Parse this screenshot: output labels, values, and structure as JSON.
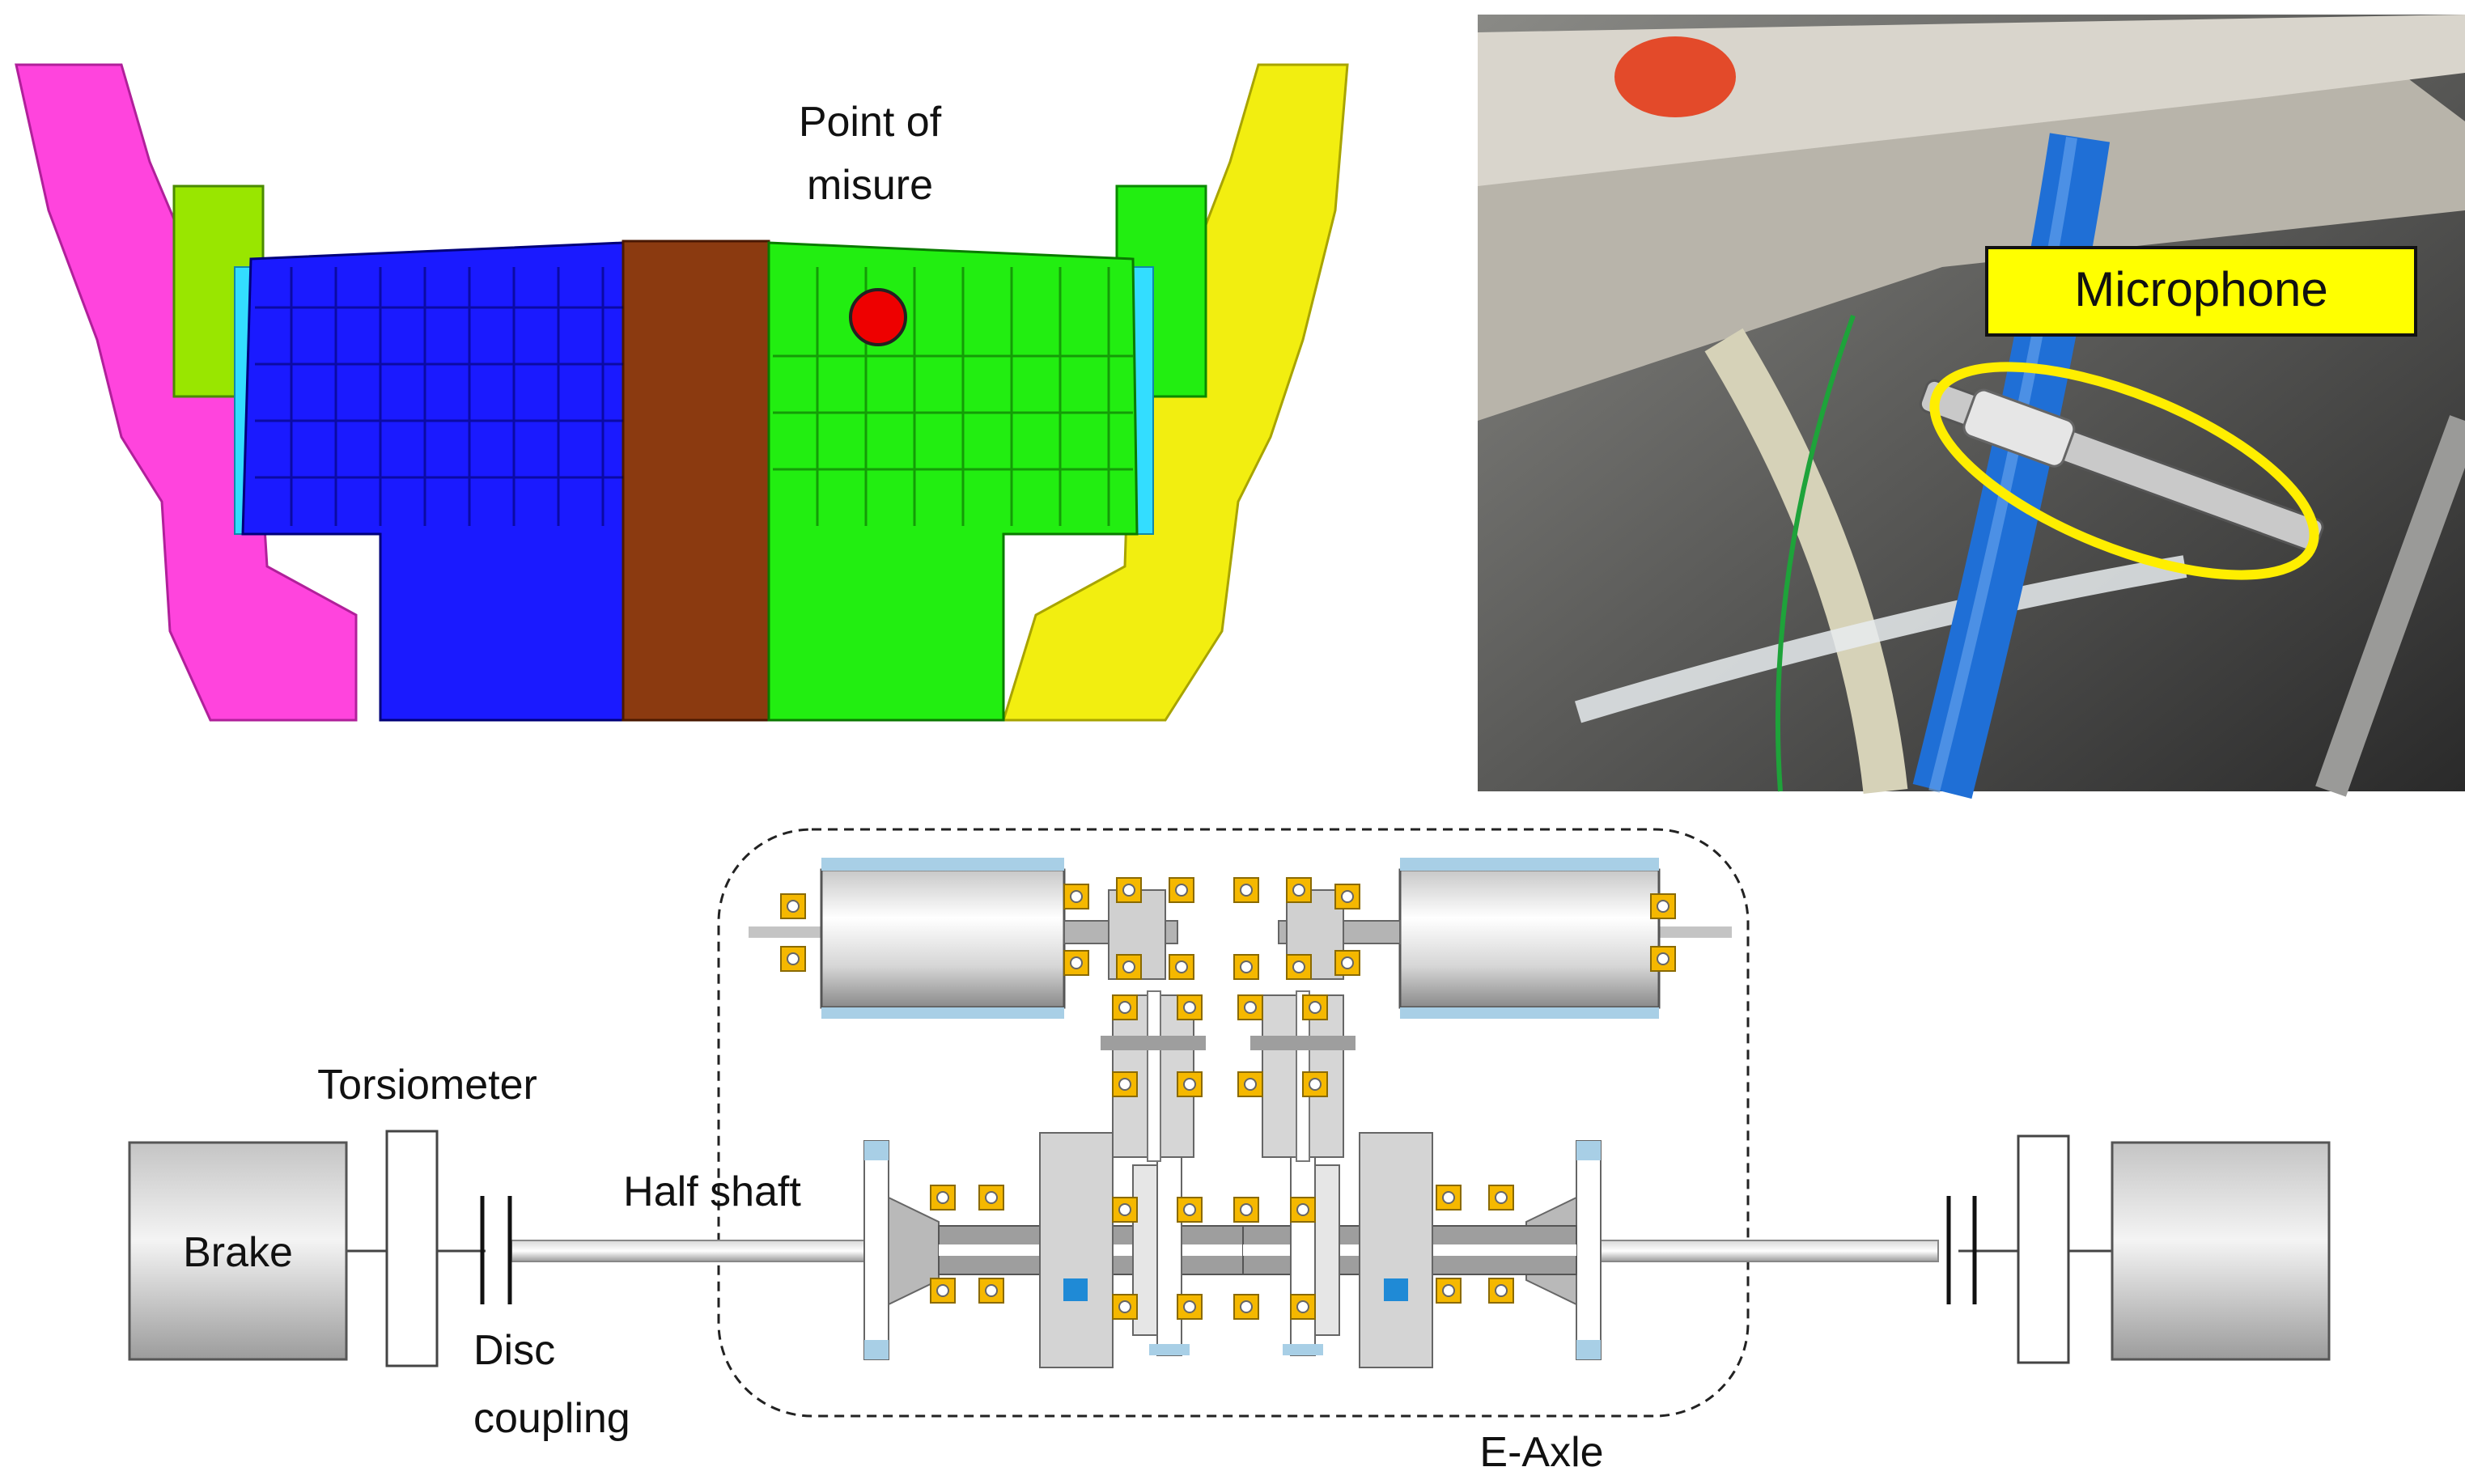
{
  "cad_view": {
    "annotation": "Point of\nmisure",
    "annotation_color": "#ff2020",
    "colors": {
      "left_mount": "#ff44dd",
      "right_mount": "#f2ee10",
      "left_housing": "#1a1aff",
      "center_housing": "#8b3a10",
      "right_housing": "#22ee11",
      "bracket_green": "#99e600",
      "accent_cyan": "#33ddff",
      "marker": "#ee0000"
    }
  },
  "photo": {
    "callout_label": "Microphone",
    "callout_bg": "#ffff00",
    "ellipse_color": "#ffee00",
    "hose_color": "#1f6fd6"
  },
  "schematic": {
    "brake_label": "Brake",
    "torsiometer_label": "Torsiometer",
    "half_shaft_label": "Half shaft",
    "disc_coupling_label": "Disc\ncoupling",
    "e_axle_label": "E-Axle",
    "bearing_color": "#f5b800"
  }
}
